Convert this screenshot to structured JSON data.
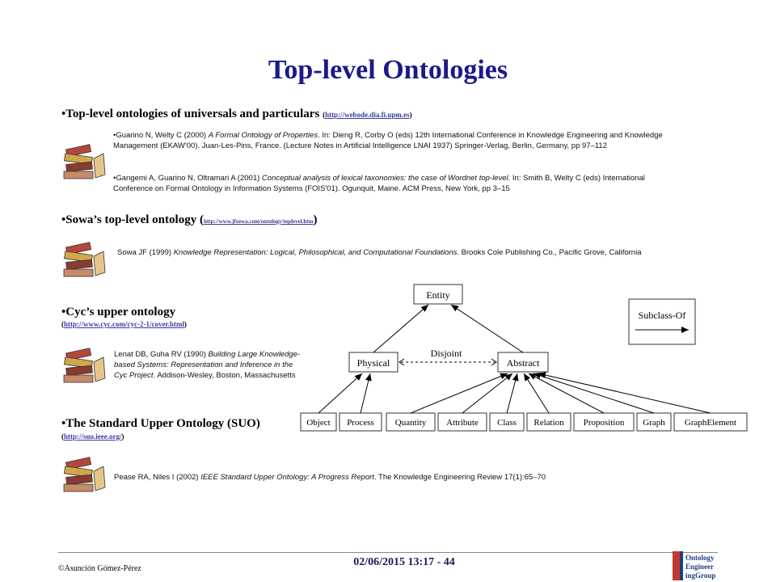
{
  "title": "Top-level Ontologies",
  "sections": [
    {
      "heading": "•Top-level ontologies of universals and particulars",
      "link_open": "(",
      "link": "http://webode.dia.fi.upm.es",
      "link_close": ")",
      "refs": [
        {
          "bullet": "•",
          "pre": "Guarino N, Welty C (2000) ",
          "italic": "A Formal Ontology of Properties",
          "post": ". In: Dieng R, Corby O (eds) 12th International Conference in Knowledge Engineering and Knowledge Management (EKAW'00). Juan-Les-Pins, France. (Lecture Notes in Artificial Intelligence LNAI 1937) Springer-Verlag, Berlin, Germany, pp 97–112"
        },
        {
          "bullet": "•",
          "pre": "Gangemi A, Guarino N, Oltramari A (2001) ",
          "italic": "Conceptual analysis of lexical taxonomies: the case of Wordnet top-level",
          "post": ". In: Smith B, Welty C (eds) International Conference on Formal Ontology in Information Systems (FOIS'01). Ogunquit, Maine. ACM Press, New York, pp 3–15"
        }
      ]
    },
    {
      "heading": "•Sowa’s top-level ontology",
      "link_open": "(",
      "link": "http://www.jfsowa.com/ontology/toplevel.htm",
      "link_close": ")",
      "refs": [
        {
          "pre": "Sowa JF (1999) ",
          "italic": "Knowledge Representation: Logical, Philosophical, and Computational Foundations",
          "post": ". Brooks Cole Publishing Co., Pacific Grove, California"
        }
      ]
    },
    {
      "heading": "•Cyc’s upper ontology",
      "link_open": "(",
      "link": "http://www.cyc.com/cyc-2-1/cover.html",
      "link_close": ")",
      "refs": [
        {
          "pre": "Lenat DB, Guha RV (1990) ",
          "italic": "Building Large Knowledge-based Systems: Representation and Inference in the Cyc Project",
          "post": ". Addison-Wesley, Boston, Massachusetts"
        }
      ]
    },
    {
      "heading": "•The Standard Upper Ontology (SUO)",
      "link_open": "(",
      "link": "http://suo.ieee.org/",
      "link_close": ")",
      "refs": [
        {
          "pre": "Pease RA, Niles I (2002) ",
          "italic": "IEEE Standard Upper Ontology: A Progress Report",
          "post": ". The Knowledge Engineering Review 17(1):65–70"
        }
      ]
    }
  ],
  "diagram": {
    "root": "Entity",
    "level2": [
      "Physical",
      "Abstract"
    ],
    "disjoint_label": "Disjoint",
    "leaves": [
      "Object",
      "Process",
      "Quantity",
      "Attribute",
      "Class",
      "Relation",
      "Proposition",
      "Graph",
      "GraphElement"
    ],
    "legend": "Subclass-Of"
  },
  "footer": {
    "author": "©Asunción Gómez-Pérez",
    "datetime": "02/06/2015 13:17 - 44",
    "logo_lines": [
      "Ontology",
      "Engineer",
      "ingGroup"
    ]
  },
  "colors": {
    "title": "#1a1a8c",
    "link": "#3a3aa0",
    "logo_red": "#c0392b",
    "logo_blue": "#1f3d8a"
  }
}
